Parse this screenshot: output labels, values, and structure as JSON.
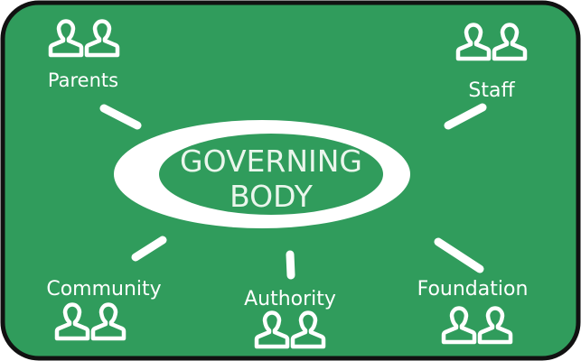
{
  "diagram": {
    "center": {
      "line1": "GOVERNING",
      "line2": "BODY"
    },
    "groups": [
      {
        "id": "parents",
        "label": "Parents",
        "icon": "people-icon"
      },
      {
        "id": "staff",
        "label": "Staff",
        "icon": "people-icon"
      },
      {
        "id": "community",
        "label": "Community",
        "icon": "people-icon"
      },
      {
        "id": "authority",
        "label": "Authority",
        "icon": "people-icon"
      },
      {
        "id": "foundation",
        "label": "Foundation",
        "icon": "people-icon"
      }
    ],
    "colors": {
      "background": "#309c5c",
      "border": "#111111",
      "foreground": "#ffffff"
    }
  }
}
